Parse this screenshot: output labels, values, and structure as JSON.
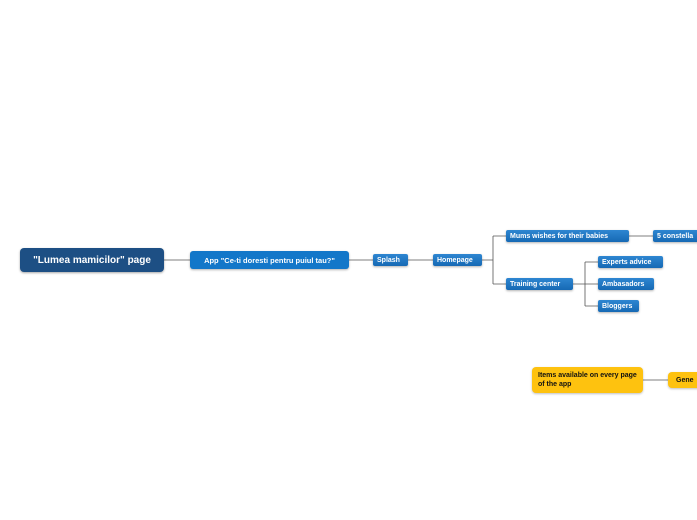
{
  "mindmap": {
    "root": "\"Lumea mamicilor\" page",
    "app": "App \"Ce-ti doresti pentru puiul tau?\"",
    "splash": "Splash",
    "homepage": "Homepage",
    "mums_wishes": "Mums wishes for their babies",
    "constellations": "5 constella",
    "training_center": "Training center",
    "experts_advice": "Experts advice",
    "ambasadors": "Ambasadors",
    "bloggers": "Bloggers",
    "items_every_page": "Items available on every page of the app",
    "general": "Gene"
  },
  "colors": {
    "root": "#1d4f84",
    "main_branch": "#1377c9",
    "sub_branch": "#1669b4",
    "highlight": "#fec20f",
    "connector": "#555555"
  }
}
